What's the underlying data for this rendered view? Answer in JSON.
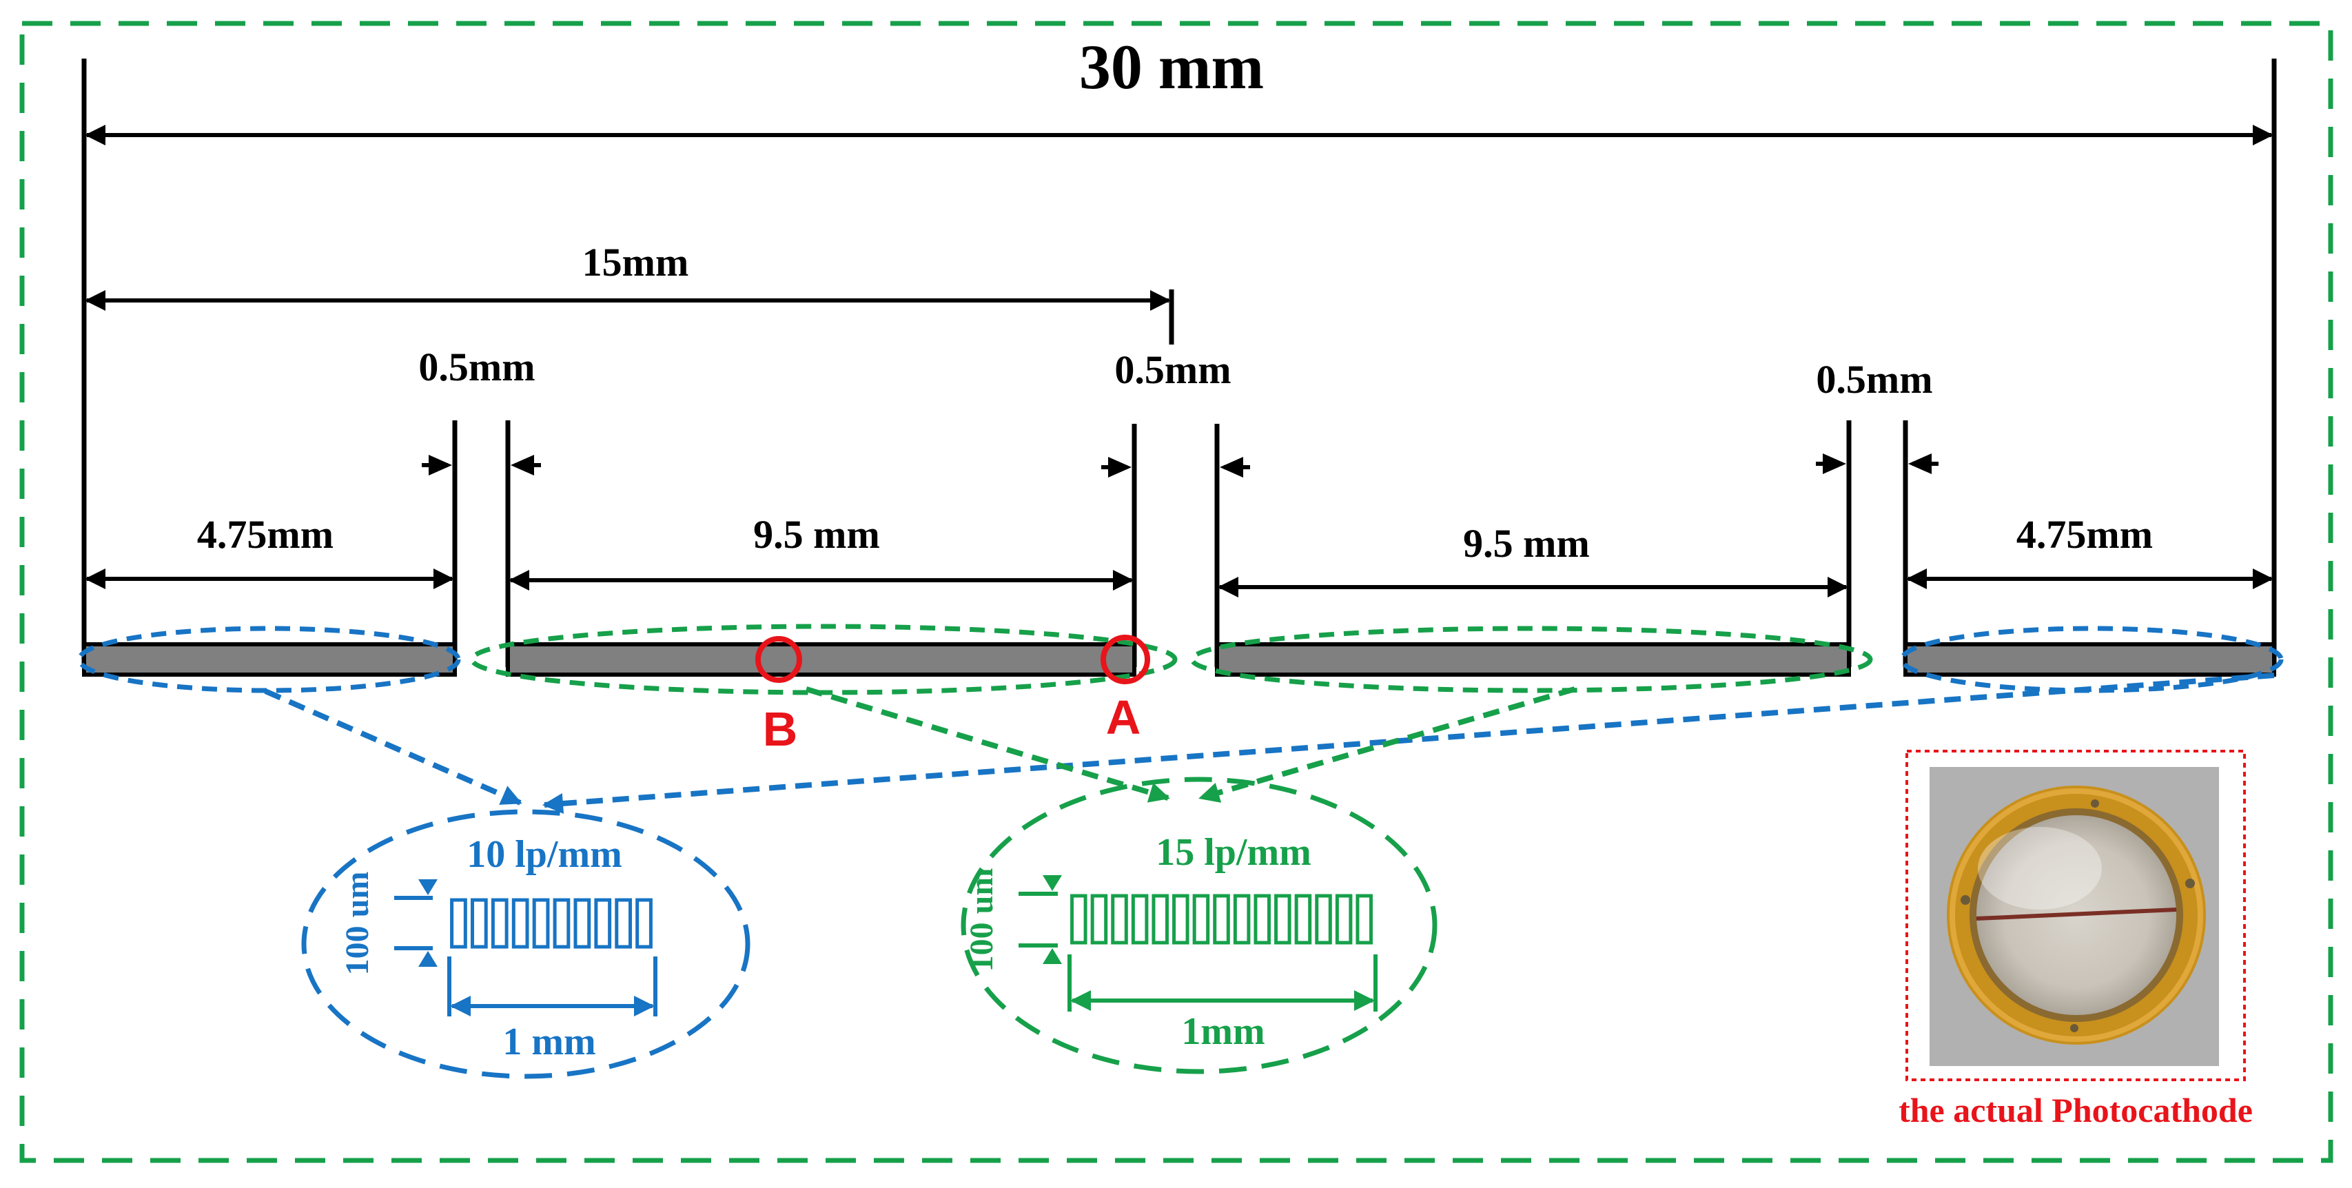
{
  "dimensions": {
    "total": "30 mm",
    "half": "15mm",
    "gap_1": "0.5mm",
    "gap_2": "0.5mm",
    "gap_3": "0.5mm",
    "segment_1": "4.75mm",
    "segment_2": "9.5 mm",
    "segment_3": "9.5 mm",
    "segment_4": "4.75mm"
  },
  "points": {
    "a": "A",
    "b": "B"
  },
  "blue_pattern": {
    "frequency": "10 lp/mm",
    "height": "100 um",
    "width": "1 mm",
    "line_pairs": 10
  },
  "green_pattern": {
    "frequency": "15 lp/mm",
    "height": "100 um",
    "width": "1mm",
    "line_pairs": 15
  },
  "photo": {
    "caption": "the actual Photocathode"
  },
  "colors": {
    "blue": "#1874c4",
    "green": "#16a04a",
    "red": "#e8141a",
    "bar": "#808080",
    "frame": "#16a04a"
  }
}
